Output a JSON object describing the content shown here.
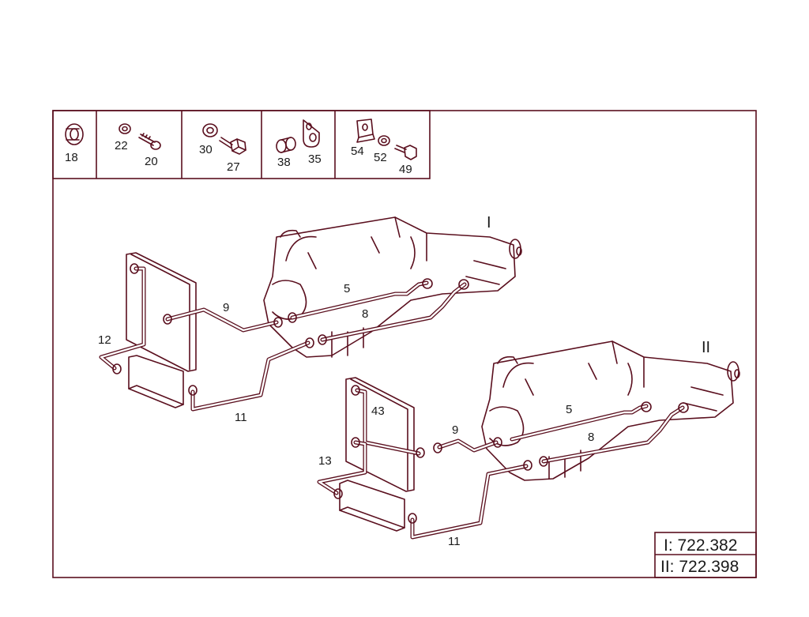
{
  "small_parts": [
    {
      "id": "p18",
      "label": "18"
    },
    {
      "id": "p22",
      "label": "22"
    },
    {
      "id": "p20",
      "label": "20"
    },
    {
      "id": "p30",
      "label": "30"
    },
    {
      "id": "p27",
      "label": "27"
    },
    {
      "id": "p38",
      "label": "38"
    },
    {
      "id": "p35",
      "label": "35"
    },
    {
      "id": "p54",
      "label": "54"
    },
    {
      "id": "p52",
      "label": "52"
    },
    {
      "id": "p49",
      "label": "49"
    }
  ],
  "assembly_1": {
    "roman": "I",
    "labels": {
      "line5": "5",
      "line9": "9",
      "line8": "8",
      "line12": "12",
      "line11": "11"
    }
  },
  "assembly_2": {
    "roman": "II",
    "labels": {
      "line5": "5",
      "line9": "9",
      "line8": "8",
      "line43": "43",
      "line13": "13",
      "line11": "11"
    }
  },
  "legend": [
    {
      "label": "I: 722.382"
    },
    {
      "label": "II: 722.398"
    }
  ],
  "colors": {
    "line": "#5a0f1e",
    "background": "#ffffff"
  }
}
